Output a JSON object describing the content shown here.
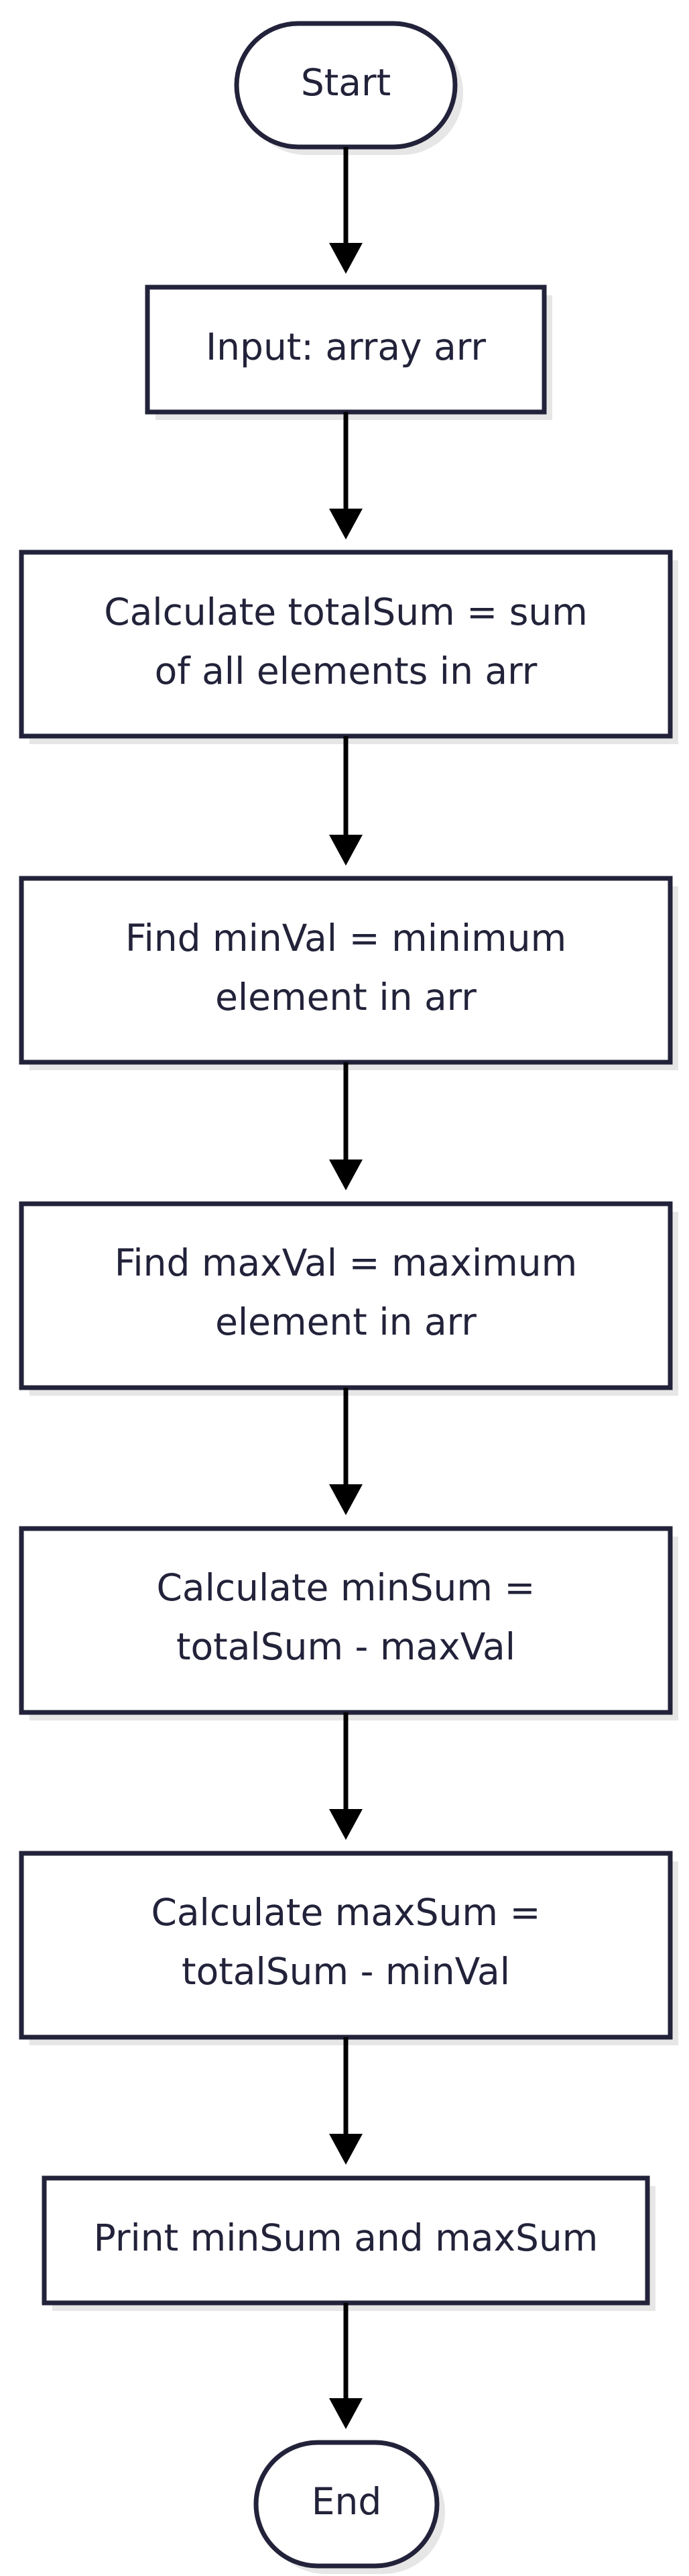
{
  "nodes": {
    "start": {
      "label": "Start"
    },
    "input": {
      "label": "Input: array arr"
    },
    "total_sum": {
      "line1": "Calculate totalSum = sum",
      "line2": "of all elements in arr"
    },
    "min_val": {
      "line1": "Find minVal = minimum",
      "line2": "element in arr"
    },
    "max_val": {
      "line1": "Find maxVal = maximum",
      "line2": "element in arr"
    },
    "min_sum": {
      "line1": "Calculate minSum =",
      "line2": "totalSum - maxVal"
    },
    "max_sum": {
      "line1": "Calculate maxSum =",
      "line2": "totalSum - minVal"
    },
    "print": {
      "label": "Print minSum and maxSum"
    },
    "end": {
      "label": "End"
    }
  },
  "colors": {
    "node_stroke": "#22223a",
    "node_fill": "#ffffff",
    "shadow": "#e6e6e6",
    "arrow": "#000000"
  }
}
